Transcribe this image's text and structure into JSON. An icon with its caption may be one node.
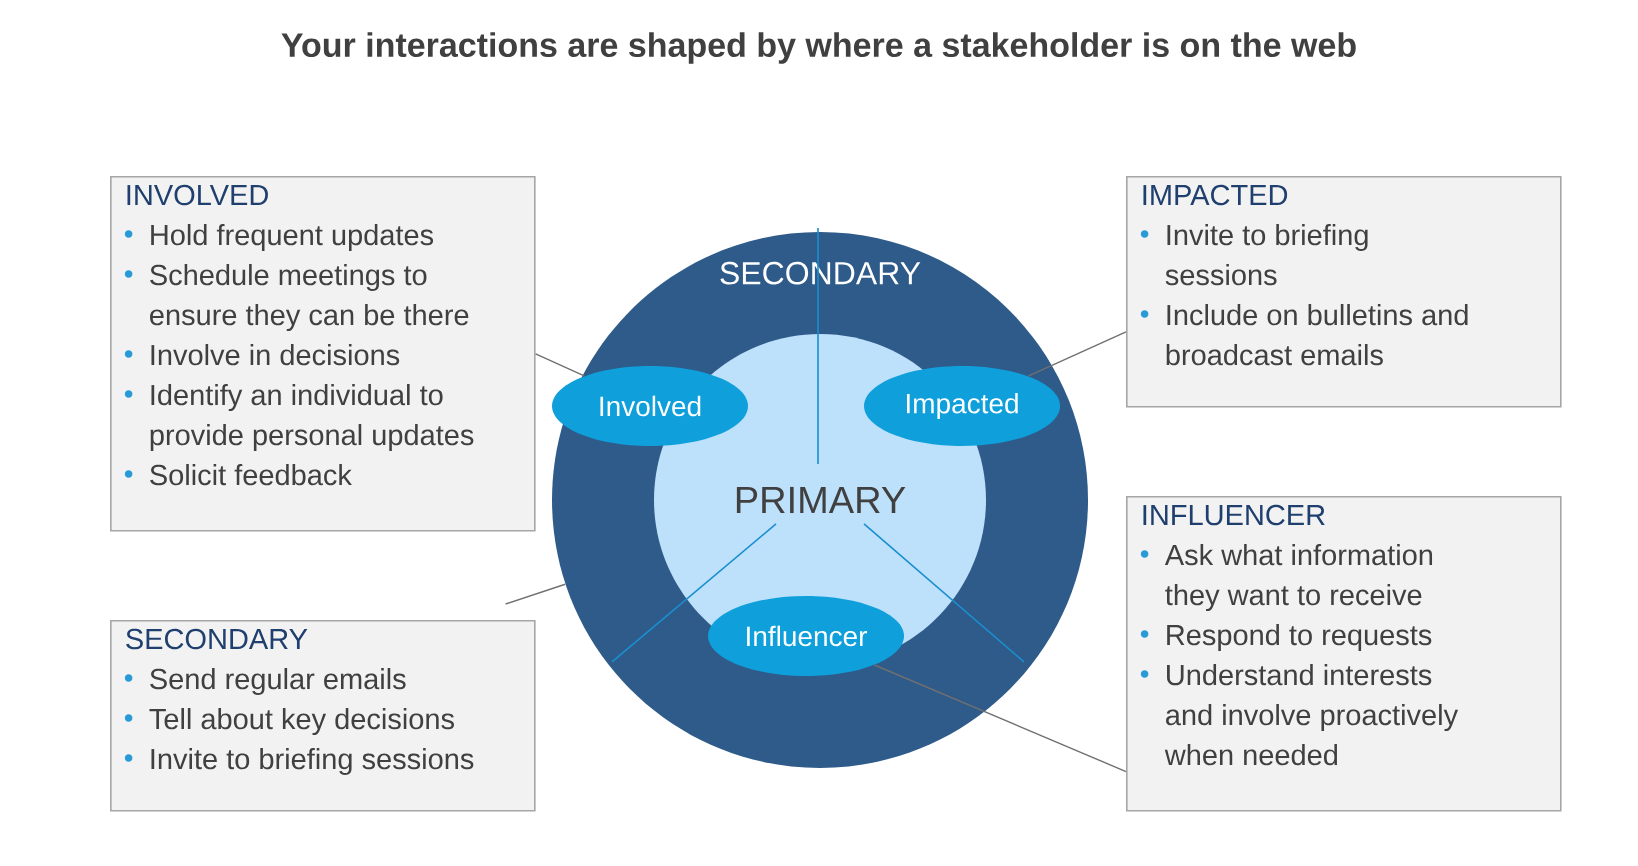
{
  "diagram": {
    "title": "Your interactions are shaped by where a stakeholder is on the web",
    "nodes": [
      {
        "text": [
          "SECONDARY"
        ]
      },
      {
        "text": [
          "PRIMARY"
        ],
        "in": 0
      },
      {
        "text": [
          "Involved"
        ],
        "in": 0
      },
      {
        "text": [
          "Impacted"
        ],
        "in": 0
      },
      {
        "text": [
          "Influencer"
        ],
        "in": 0
      },
      {
        "text": [
          "INVOLVED",
          "Hold frequent updates",
          "Schedule meetings to ensure they can be there",
          "Involve in decisions",
          "Identify an individual to provide personal updates",
          "Solicit feedback"
        ]
      },
      {
        "text": [
          "IMPACTED",
          "Invite to briefing sessions",
          "Include on bulletins and broadcast emails"
        ]
      },
      {
        "text": [
          "INFLUENCER",
          "Ask what information they want to receive",
          "Respond to requests",
          "Understand interests and involve proactively when needed"
        ]
      },
      {
        "text": [
          "SECONDARY",
          "Send regular emails",
          "Tell about key decisions",
          "Invite to briefing sessions"
        ]
      }
    ],
    "edges": [
      {
        "from": 5,
        "to": 2,
        "arrow": "none"
      },
      {
        "from": 6,
        "to": 3,
        "arrow": "none"
      },
      {
        "from": 7,
        "to": 4,
        "arrow": "none"
      },
      {
        "from": 8,
        "to": 0,
        "arrow": "none"
      }
    ]
  }
}
